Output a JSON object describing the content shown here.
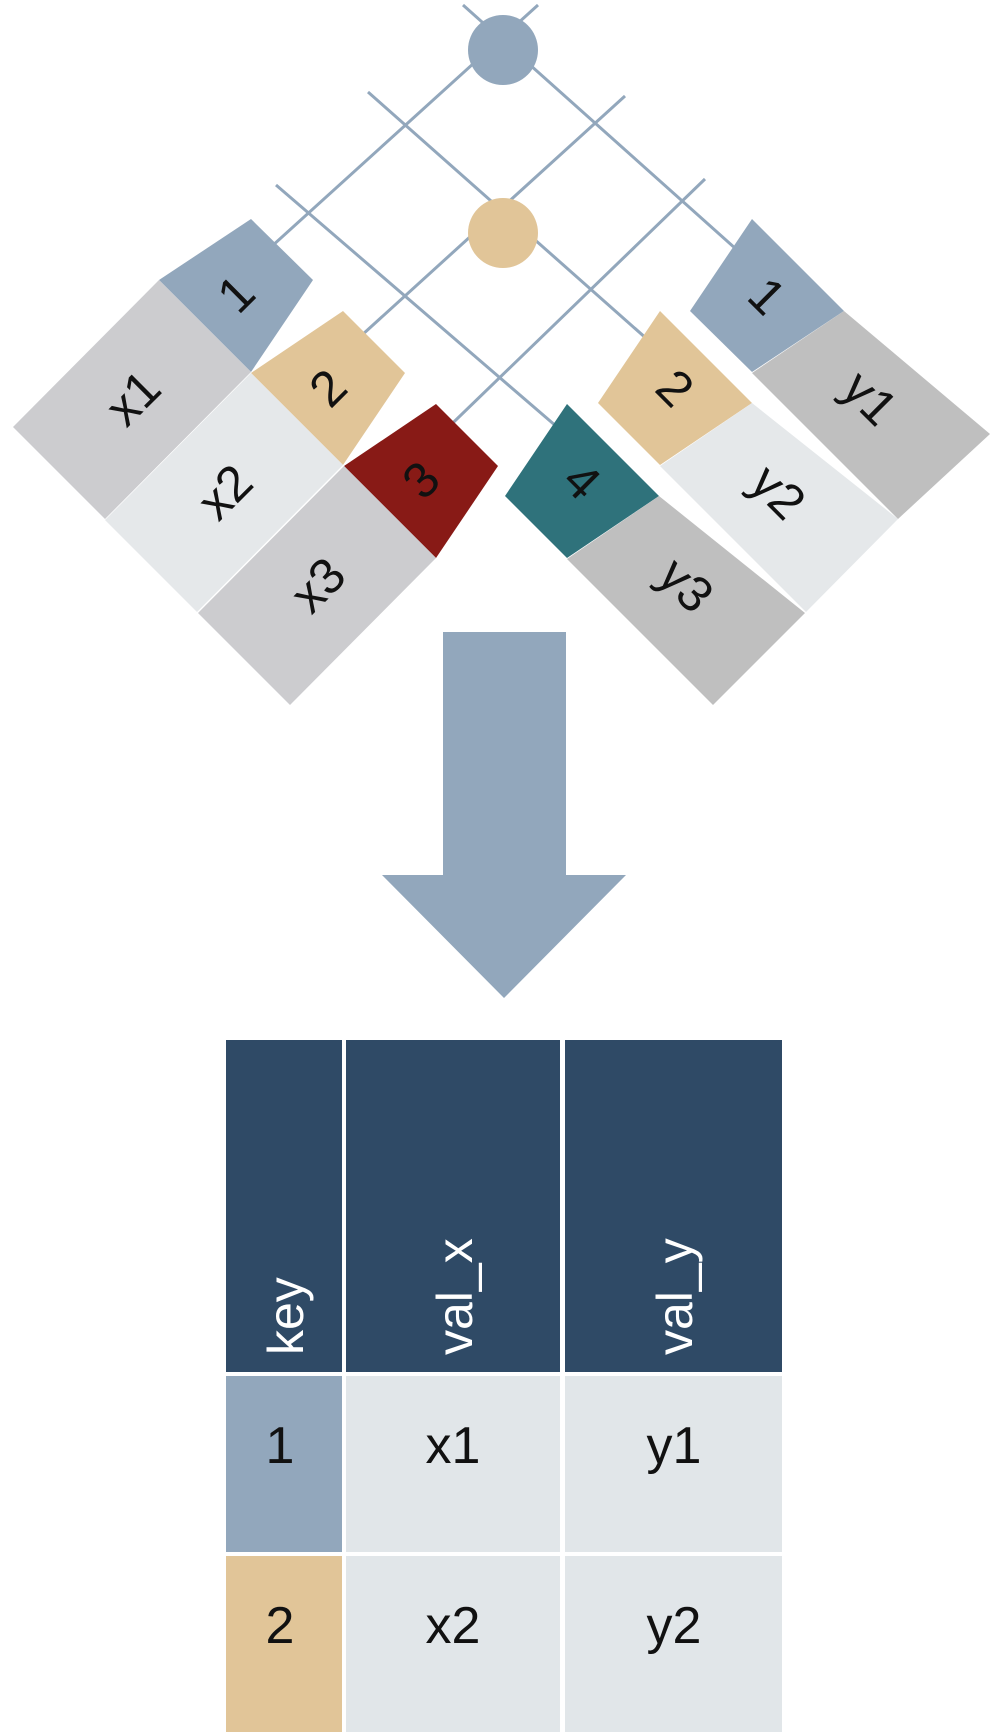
{
  "colors": {
    "key_1": "#92a7bc",
    "key_2": "#e1c598",
    "key_3": "#881a16",
    "key_4": "#2f727b",
    "x_val_1": "#cccccf",
    "x_val_2": "#e5e8ea",
    "x_val_3": "#cccccf",
    "y_val_1": "#bfbfbf",
    "y_val_2": "#e5e8ea",
    "y_val_3": "#bfbfbf",
    "grid_line": "#92a7bc",
    "arrow": "#92a7bc",
    "header_bg": "#2f4a66",
    "body_bg": "#e1e6e9"
  },
  "left_table": {
    "keys": [
      "1",
      "2",
      "3"
    ],
    "values": [
      "x1",
      "x2",
      "x3"
    ]
  },
  "right_table": {
    "keys": [
      "1",
      "2",
      "4"
    ],
    "values": [
      "y1",
      "y2",
      "y3"
    ]
  },
  "result_table": {
    "headers": [
      "key",
      "val_x",
      "val_y"
    ],
    "rows": [
      [
        "1",
        "x1",
        "y1"
      ],
      [
        "2",
        "x2",
        "y2"
      ]
    ]
  }
}
